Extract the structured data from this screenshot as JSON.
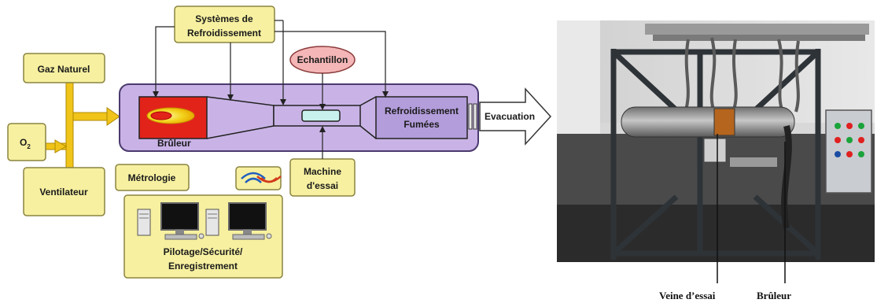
{
  "diagram": {
    "cooling_systems": {
      "line1": "Systèmes de",
      "line2": "Refroidissement"
    },
    "sample": "Echantillon",
    "natural_gas": "Gaz Naturel",
    "oxygen": {
      "base": "O",
      "subscript": "2"
    },
    "fan": "Ventilateur",
    "burner": "Brûleur",
    "flue_cooling": {
      "line1": "Refroidissement",
      "line2": "Fumées"
    },
    "exhaust": "Evacuation",
    "metrology": "Métrologie",
    "test_machine": {
      "line1": "Machine",
      "line2": "d'essai"
    },
    "control": {
      "line1": "Pilotage/Sécurité/",
      "line2": "Enregistrement"
    }
  },
  "photo": {
    "label_test_section": "Veine d’essai",
    "label_burner": "Brûleur"
  },
  "colors": {
    "box_fill": "#f6f0a0",
    "box_stroke": "#8a8440",
    "chamber_fill": "#c9b3e6",
    "chamber_stroke": "#4b3a6e",
    "pipe": "#f0c419",
    "burner_fill": "#e2231a",
    "sample_fill": "#f4b6b6",
    "arrow_fill": "#ffffff"
  }
}
